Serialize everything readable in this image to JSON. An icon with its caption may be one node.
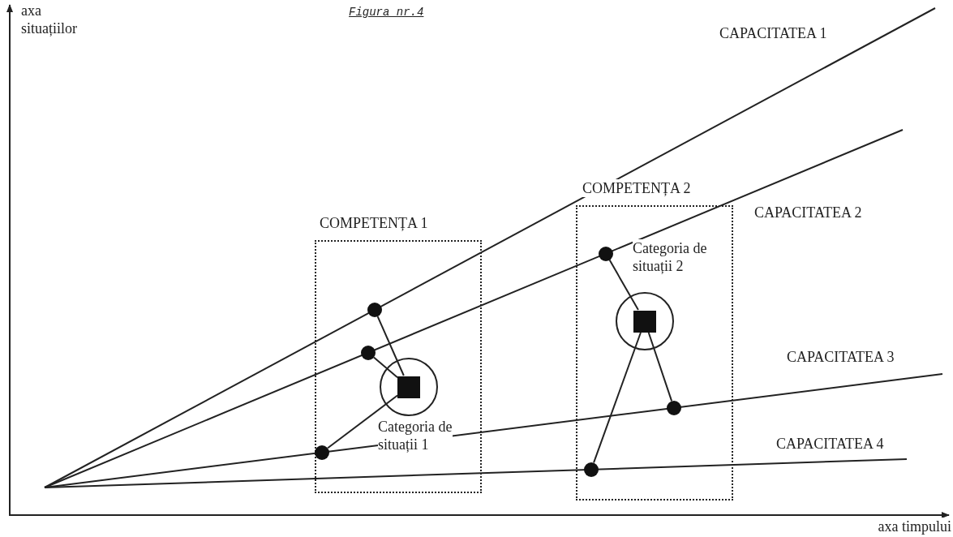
{
  "diagram": {
    "title": "Figura nr.4",
    "nodes": [
      {
        "text": [
          "COMPETENȚA 1"
        ]
      },
      {
        "text": [],
        "shape": "circle",
        "beside": [
          "Categoria de situații 1"
        ],
        "in": 0
      },
      {
        "text": [],
        "shape": "circle",
        "in": 0
      },
      {
        "text": [],
        "shape": "circle",
        "in": 0
      },
      {
        "text": [],
        "shape": "circle",
        "in": 0
      },
      {
        "text": [
          "COMPETENȚA 2"
        ]
      },
      {
        "text": [],
        "shape": "circle",
        "beside": [
          "Categoria de situații 2"
        ],
        "in": 5
      },
      {
        "text": [],
        "shape": "circle",
        "in": 5
      },
      {
        "text": [],
        "shape": "circle",
        "in": 5
      },
      {
        "text": [],
        "shape": "circle",
        "in": 5
      }
    ],
    "edges": [
      {
        "from": 2,
        "to": 1,
        "arrow": "none"
      },
      {
        "from": 3,
        "to": 1,
        "arrow": "none"
      },
      {
        "from": 4,
        "to": 1,
        "arrow": "none"
      },
      {
        "from": 7,
        "to": 6,
        "arrow": "none"
      },
      {
        "from": 8,
        "to": 6,
        "arrow": "none"
      },
      {
        "from": 9,
        "to": 6,
        "arrow": "none"
      }
    ],
    "labels": [
      "axa situațiilor",
      "CAPACITATEA 1",
      "CAPACITATEA 2",
      "CAPACITATEA 3",
      "CAPACITATEA 4",
      "axa timpului"
    ]
  }
}
